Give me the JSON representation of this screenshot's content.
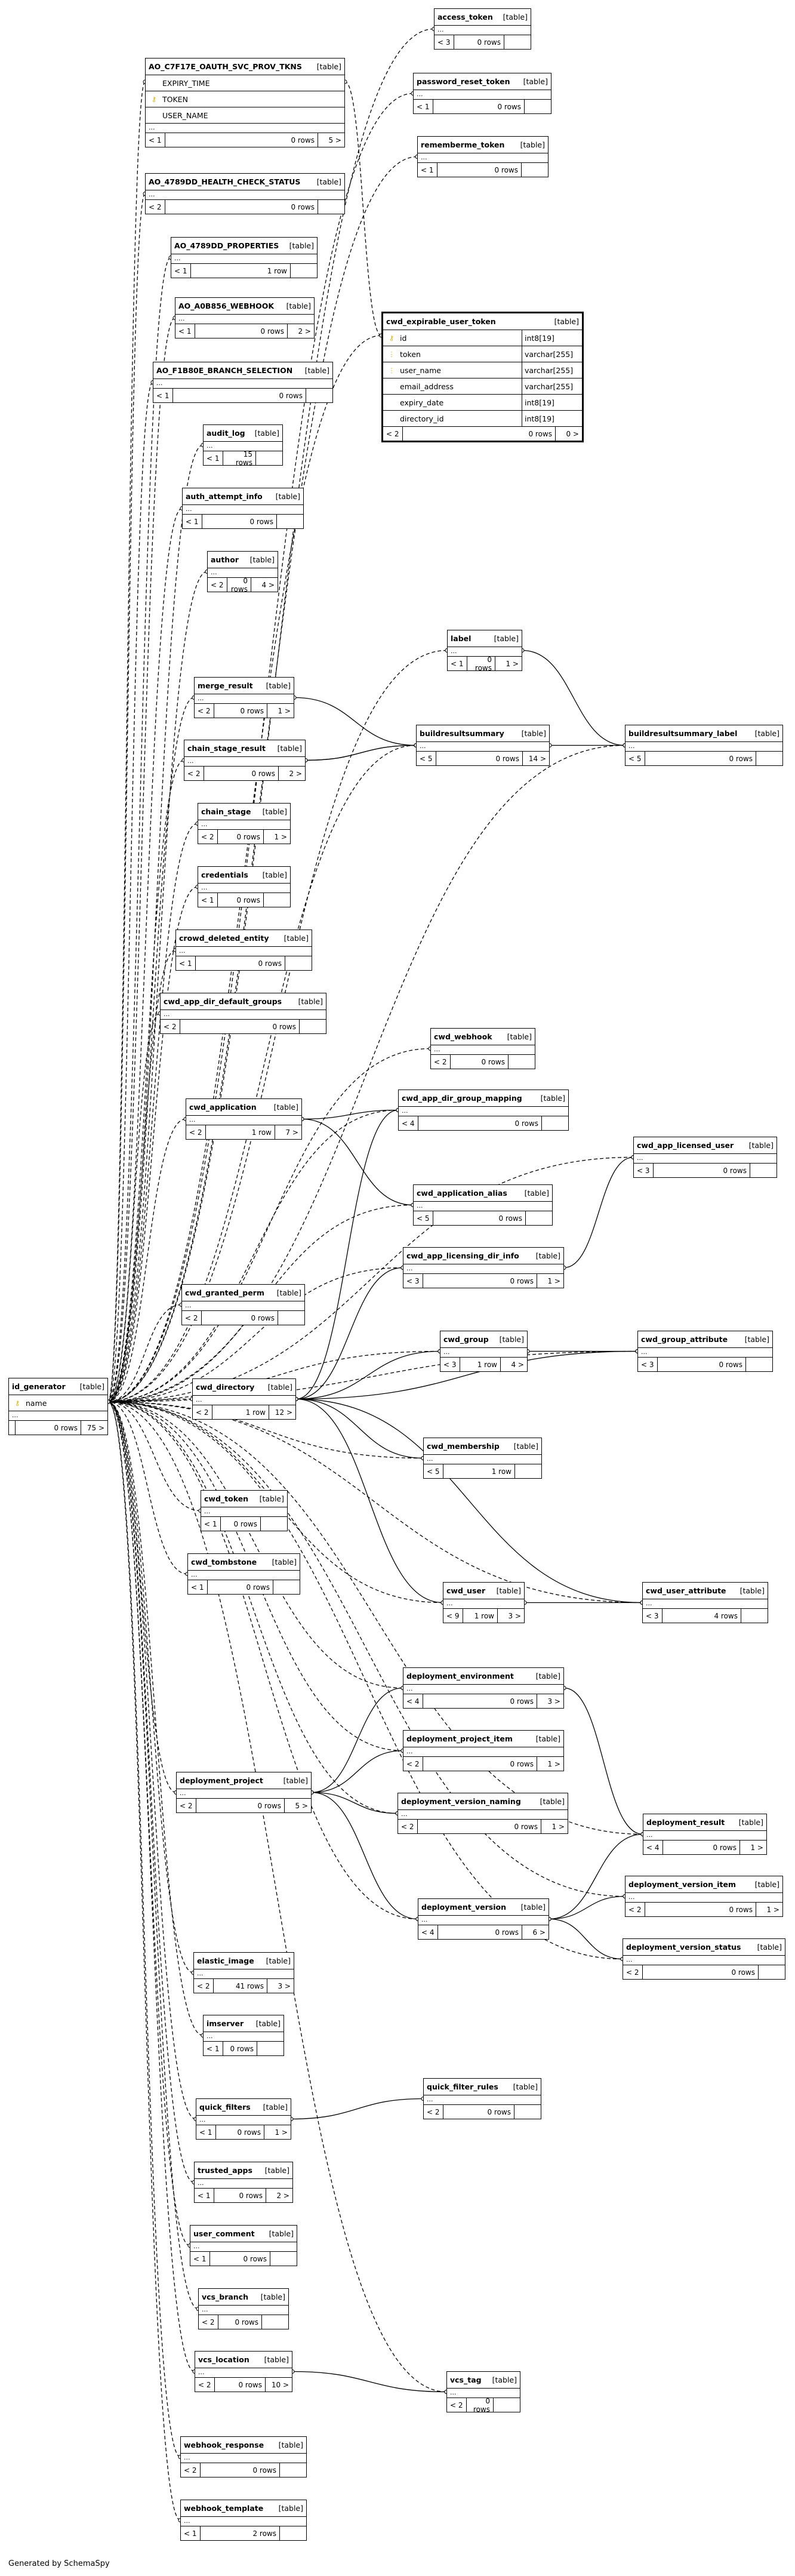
{
  "footer": "Generated by SchemaSpy",
  "tables": [
    {
      "id": "access_token",
      "name": "access_token",
      "tag": "[table]",
      "footer": [
        "< 3",
        "0 rows",
        ""
      ],
      "ellipsis": true
    },
    {
      "id": "oauth",
      "name": "AO_C7F17E_OAUTH_SVC_PROV_TKNS",
      "tag": "[table]",
      "columns": [
        {
          "name": "EXPIRY_TIME",
          "key": ""
        },
        {
          "name": "TOKEN",
          "key": "⚷"
        },
        {
          "name": "USER_NAME",
          "key": ""
        }
      ],
      "ellipsis": true,
      "footer": [
        "< 1",
        "0 rows",
        "5 >"
      ]
    },
    {
      "id": "password_reset_token",
      "name": "password_reset_token",
      "tag": "[table]",
      "ellipsis": true,
      "footer": [
        "< 1",
        "0 rows",
        ""
      ]
    },
    {
      "id": "rememberme_token",
      "name": "rememberme_token",
      "tag": "[table]",
      "ellipsis": true,
      "footer": [
        "< 1",
        "0 rows",
        ""
      ]
    },
    {
      "id": "health",
      "name": "AO_4789DD_HEALTH_CHECK_STATUS",
      "tag": "[table]",
      "ellipsis": true,
      "footer": [
        "< 2",
        "0 rows",
        ""
      ]
    },
    {
      "id": "props",
      "name": "AO_4789DD_PROPERTIES",
      "tag": "[table]",
      "ellipsis": true,
      "footer": [
        "< 1",
        "1 row",
        ""
      ]
    },
    {
      "id": "cwd_expirable_user_token",
      "name": "cwd_expirable_user_token",
      "tag": "[table]",
      "focus": true,
      "columns": [
        {
          "name": "id",
          "key": "⚷",
          "type": "int8[19]"
        },
        {
          "name": "token",
          "key": "⋮",
          "type": "varchar[255]"
        },
        {
          "name": "user_name",
          "key": "⋮",
          "type": "varchar[255]"
        },
        {
          "name": "email_address",
          "key": "",
          "type": "varchar[255]"
        },
        {
          "name": "expiry_date",
          "key": "",
          "type": "int8[19]"
        },
        {
          "name": "directory_id",
          "key": "",
          "type": "int8[19]"
        }
      ],
      "footer": [
        "< 2",
        "0 rows",
        "0 >"
      ]
    },
    {
      "id": "webhook",
      "name": "AO_A0B856_WEBHOOK",
      "tag": "[table]",
      "ellipsis": true,
      "footer": [
        "< 1",
        "0 rows",
        "2 >"
      ]
    },
    {
      "id": "branch",
      "name": "AO_F1B80E_BRANCH_SELECTION",
      "tag": "[table]",
      "ellipsis": true,
      "footer": [
        "< 1",
        "0 rows",
        ""
      ]
    },
    {
      "id": "audit_log",
      "name": "audit_log",
      "tag": "[table]",
      "ellipsis": true,
      "footer": [
        "< 1",
        "15 rows",
        ""
      ]
    },
    {
      "id": "auth_attempt_info",
      "name": "auth_attempt_info",
      "tag": "[table]",
      "ellipsis": true,
      "footer": [
        "< 1",
        "0 rows",
        ""
      ]
    },
    {
      "id": "author",
      "name": "author",
      "tag": "[table]",
      "ellipsis": true,
      "footer": [
        "< 2",
        "0 rows",
        "4 >"
      ]
    },
    {
      "id": "label",
      "name": "label",
      "tag": "[table]",
      "ellipsis": true,
      "footer": [
        "< 1",
        "0 rows",
        "1 >"
      ]
    },
    {
      "id": "merge_result",
      "name": "merge_result",
      "tag": "[table]",
      "ellipsis": true,
      "footer": [
        "< 2",
        "0 rows",
        "1 >"
      ]
    },
    {
      "id": "buildresultsummary",
      "name": "buildresultsummary",
      "tag": "[table]",
      "ellipsis": true,
      "footer": [
        "< 5",
        "0 rows",
        "14 >"
      ]
    },
    {
      "id": "buildresultsummary_label",
      "name": "buildresultsummary_label",
      "tag": "[table]",
      "ellipsis": true,
      "footer": [
        "< 5",
        "0 rows",
        ""
      ]
    },
    {
      "id": "chain_stage_result",
      "name": "chain_stage_result",
      "tag": "[table]",
      "ellipsis": true,
      "footer": [
        "< 2",
        "0 rows",
        "2 >"
      ]
    },
    {
      "id": "chain_stage",
      "name": "chain_stage",
      "tag": "[table]",
      "ellipsis": true,
      "footer": [
        "< 2",
        "0 rows",
        "1 >"
      ]
    },
    {
      "id": "credentials",
      "name": "credentials",
      "tag": "[table]",
      "ellipsis": true,
      "footer": [
        "< 1",
        "0 rows",
        ""
      ]
    },
    {
      "id": "crowd_deleted_entity",
      "name": "crowd_deleted_entity",
      "tag": "[table]",
      "ellipsis": true,
      "footer": [
        "< 1",
        "0 rows",
        ""
      ]
    },
    {
      "id": "cwd_app_dir_default_groups",
      "name": "cwd_app_dir_default_groups",
      "tag": "[table]",
      "ellipsis": true,
      "footer": [
        "< 2",
        "0 rows",
        ""
      ]
    },
    {
      "id": "cwd_webhook",
      "name": "cwd_webhook",
      "tag": "[table]",
      "ellipsis": true,
      "footer": [
        "< 2",
        "0 rows",
        ""
      ]
    },
    {
      "id": "cwd_application",
      "name": "cwd_application",
      "tag": "[table]",
      "ellipsis": true,
      "footer": [
        "< 2",
        "1 row",
        "7 >"
      ]
    },
    {
      "id": "cwd_app_dir_group_mapping",
      "name": "cwd_app_dir_group_mapping",
      "tag": "[table]",
      "ellipsis": true,
      "footer": [
        "< 4",
        "0 rows",
        ""
      ]
    },
    {
      "id": "cwd_app_licensed_user",
      "name": "cwd_app_licensed_user",
      "tag": "[table]",
      "ellipsis": true,
      "footer": [
        "< 3",
        "0 rows",
        ""
      ]
    },
    {
      "id": "cwd_application_alias",
      "name": "cwd_application_alias",
      "tag": "[table]",
      "ellipsis": true,
      "footer": [
        "< 5",
        "0 rows",
        ""
      ]
    },
    {
      "id": "cwd_app_licensing_dir_info",
      "name": "cwd_app_licensing_dir_info",
      "tag": "[table]",
      "ellipsis": true,
      "footer": [
        "< 3",
        "0 rows",
        "1 >"
      ]
    },
    {
      "id": "cwd_granted_perm",
      "name": "cwd_granted_perm",
      "tag": "[table]",
      "ellipsis": true,
      "footer": [
        "< 2",
        "0 rows",
        ""
      ]
    },
    {
      "id": "cwd_group",
      "name": "cwd_group",
      "tag": "[table]",
      "ellipsis": true,
      "footer": [
        "< 3",
        "1 row",
        "4 >"
      ]
    },
    {
      "id": "cwd_group_attribute",
      "name": "cwd_group_attribute",
      "tag": "[table]",
      "ellipsis": true,
      "footer": [
        "< 3",
        "0 rows",
        ""
      ]
    },
    {
      "id": "cwd_directory",
      "name": "cwd_directory",
      "tag": "[table]",
      "ellipsis": true,
      "footer": [
        "< 2",
        "1 row",
        "12 >"
      ]
    },
    {
      "id": "id_generator",
      "name": "id_generator",
      "tag": "[table]",
      "columns": [
        {
          "name": "name",
          "key": "⚷"
        }
      ],
      "ellipsis": true,
      "footer": [
        "",
        "0 rows",
        "75 >"
      ]
    },
    {
      "id": "cwd_membership",
      "name": "cwd_membership",
      "tag": "[table]",
      "ellipsis": true,
      "footer": [
        "< 5",
        "1 row",
        ""
      ]
    },
    {
      "id": "cwd_token",
      "name": "cwd_token",
      "tag": "[table]",
      "ellipsis": true,
      "footer": [
        "< 1",
        "0 rows",
        ""
      ]
    },
    {
      "id": "cwd_tombstone",
      "name": "cwd_tombstone",
      "tag": "[table]",
      "ellipsis": true,
      "footer": [
        "< 1",
        "0 rows",
        ""
      ]
    },
    {
      "id": "cwd_user",
      "name": "cwd_user",
      "tag": "[table]",
      "ellipsis": true,
      "footer": [
        "< 9",
        "1 row",
        "3 >"
      ]
    },
    {
      "id": "cwd_user_attribute",
      "name": "cwd_user_attribute",
      "tag": "[table]",
      "ellipsis": true,
      "footer": [
        "< 3",
        "4 rows",
        ""
      ]
    },
    {
      "id": "deployment_environment",
      "name": "deployment_environment",
      "tag": "[table]",
      "ellipsis": true,
      "footer": [
        "< 4",
        "0 rows",
        "3 >"
      ]
    },
    {
      "id": "deployment_project_item",
      "name": "deployment_project_item",
      "tag": "[table]",
      "ellipsis": true,
      "footer": [
        "< 2",
        "0 rows",
        "1 >"
      ]
    },
    {
      "id": "deployment_project",
      "name": "deployment_project",
      "tag": "[table]",
      "ellipsis": true,
      "footer": [
        "< 2",
        "0 rows",
        "5 >"
      ]
    },
    {
      "id": "deployment_version_naming",
      "name": "deployment_version_naming",
      "tag": "[table]",
      "ellipsis": true,
      "footer": [
        "< 2",
        "0 rows",
        "1 >"
      ]
    },
    {
      "id": "deployment_result",
      "name": "deployment_result",
      "tag": "[table]",
      "ellipsis": true,
      "footer": [
        "< 4",
        "0 rows",
        "1 >"
      ]
    },
    {
      "id": "deployment_version",
      "name": "deployment_version",
      "tag": "[table]",
      "ellipsis": true,
      "footer": [
        "< 4",
        "0 rows",
        "6 >"
      ]
    },
    {
      "id": "deployment_version_item",
      "name": "deployment_version_item",
      "tag": "[table]",
      "ellipsis": true,
      "footer": [
        "< 2",
        "0 rows",
        "1 >"
      ]
    },
    {
      "id": "deployment_version_status",
      "name": "deployment_version_status",
      "tag": "[table]",
      "ellipsis": true,
      "footer": [
        "< 2",
        "0 rows",
        ""
      ]
    },
    {
      "id": "elastic_image",
      "name": "elastic_image",
      "tag": "[table]",
      "ellipsis": true,
      "footer": [
        "< 2",
        "41 rows",
        "3 >"
      ]
    },
    {
      "id": "imserver",
      "name": "imserver",
      "tag": "[table]",
      "ellipsis": true,
      "footer": [
        "< 1",
        "0 rows",
        ""
      ]
    },
    {
      "id": "quick_filters",
      "name": "quick_filters",
      "tag": "[table]",
      "ellipsis": true,
      "footer": [
        "< 1",
        "0 rows",
        "1 >"
      ]
    },
    {
      "id": "quick_filter_rules",
      "name": "quick_filter_rules",
      "tag": "[table]",
      "ellipsis": true,
      "footer": [
        "< 2",
        "0 rows",
        ""
      ]
    },
    {
      "id": "trusted_apps",
      "name": "trusted_apps",
      "tag": "[table]",
      "ellipsis": true,
      "footer": [
        "< 1",
        "0 rows",
        "2 >"
      ]
    },
    {
      "id": "user_comment",
      "name": "user_comment",
      "tag": "[table]",
      "ellipsis": true,
      "footer": [
        "< 1",
        "0 rows",
        ""
      ]
    },
    {
      "id": "vcs_branch",
      "name": "vcs_branch",
      "tag": "[table]",
      "ellipsis": true,
      "footer": [
        "< 2",
        "0 rows",
        ""
      ]
    },
    {
      "id": "vcs_location",
      "name": "vcs_location",
      "tag": "[table]",
      "ellipsis": true,
      "footer": [
        "< 2",
        "0 rows",
        "10 >"
      ]
    },
    {
      "id": "vcs_tag",
      "name": "vcs_tag",
      "tag": "[table]",
      "ellipsis": true,
      "footer": [
        "< 2",
        "0 rows",
        ""
      ]
    },
    {
      "id": "webhook_response",
      "name": "webhook_response",
      "tag": "[table]",
      "ellipsis": true,
      "footer": [
        "< 2",
        "0 rows",
        ""
      ]
    },
    {
      "id": "webhook_template",
      "name": "webhook_template",
      "tag": "[table]",
      "ellipsis": true,
      "footer": [
        "< 1",
        "2 rows",
        ""
      ]
    }
  ],
  "relations": [
    [
      "buildresultsummary",
      "merge_result",
      "solid"
    ],
    [
      "buildresultsummary",
      "chain_stage_result",
      "solid"
    ],
    [
      "buildresultsummary_label",
      "buildresultsummary",
      "solid"
    ],
    [
      "buildresultsummary_label",
      "label",
      "solid"
    ],
    [
      "chain_stage_result",
      "buildresultsummary",
      "solid"
    ],
    [
      "cwd_app_dir_group_mapping",
      "cwd_application",
      "solid"
    ],
    [
      "cwd_app_dir_group_mapping",
      "cwd_directory",
      "solid"
    ],
    [
      "cwd_application_alias",
      "cwd_application",
      "solid"
    ],
    [
      "cwd_app_licensing_dir_info",
      "cwd_directory",
      "solid"
    ],
    [
      "cwd_app_licensed_user",
      "cwd_app_licensing_dir_info",
      "solid"
    ],
    [
      "cwd_group",
      "cwd_directory",
      "solid"
    ],
    [
      "cwd_group_attribute",
      "cwd_group",
      "solid"
    ],
    [
      "cwd_group_attribute",
      "cwd_directory",
      "solid"
    ],
    [
      "cwd_membership",
      "cwd_directory",
      "solid"
    ],
    [
      "cwd_user",
      "cwd_directory",
      "solid"
    ],
    [
      "cwd_user_attribute",
      "cwd_user",
      "solid"
    ],
    [
      "cwd_user_attribute",
      "cwd_directory",
      "solid"
    ],
    [
      "deployment_environment",
      "deployment_project",
      "solid"
    ],
    [
      "deployment_project_item",
      "deployment_project",
      "solid"
    ],
    [
      "deployment_version_naming",
      "deployment_project",
      "solid"
    ],
    [
      "deployment_version",
      "deployment_project",
      "solid"
    ],
    [
      "deployment_result",
      "deployment_environment",
      "solid"
    ],
    [
      "deployment_result",
      "deployment_version",
      "solid"
    ],
    [
      "deployment_version_item",
      "deployment_version",
      "solid"
    ],
    [
      "deployment_version_status",
      "deployment_version",
      "solid"
    ],
    [
      "quick_filter_rules",
      "quick_filters",
      "solid"
    ],
    [
      "vcs_tag",
      "vcs_location",
      "solid"
    ],
    [
      "access_token",
      "id_generator",
      "dashed"
    ],
    [
      "oauth",
      "id_generator",
      "dashed"
    ],
    [
      "password_reset_token",
      "id_generator",
      "dashed"
    ],
    [
      "rememberme_token",
      "id_generator",
      "dashed"
    ],
    [
      "health",
      "id_generator",
      "dashed"
    ],
    [
      "props",
      "id_generator",
      "dashed"
    ],
    [
      "cwd_expirable_user_token",
      "id_generator",
      "dashed"
    ],
    [
      "cwd_expirable_user_token",
      "oauth",
      "dashed"
    ],
    [
      "webhook",
      "id_generator",
      "dashed"
    ],
    [
      "branch",
      "id_generator",
      "dashed"
    ],
    [
      "audit_log",
      "id_generator",
      "dashed"
    ],
    [
      "auth_attempt_info",
      "id_generator",
      "dashed"
    ],
    [
      "author",
      "id_generator",
      "dashed"
    ],
    [
      "label",
      "id_generator",
      "dashed"
    ],
    [
      "merge_result",
      "id_generator",
      "dashed"
    ],
    [
      "chain_stage_result",
      "id_generator",
      "dashed"
    ],
    [
      "chain_stage",
      "id_generator",
      "dashed"
    ],
    [
      "credentials",
      "id_generator",
      "dashed"
    ],
    [
      "crowd_deleted_entity",
      "id_generator",
      "dashed"
    ],
    [
      "cwd_app_dir_default_groups",
      "id_generator",
      "dashed"
    ],
    [
      "cwd_webhook",
      "id_generator",
      "dashed"
    ],
    [
      "cwd_application",
      "id_generator",
      "dashed"
    ],
    [
      "cwd_app_dir_group_mapping",
      "id_generator",
      "dashed"
    ],
    [
      "cwd_app_licensed_user",
      "id_generator",
      "dashed"
    ],
    [
      "cwd_application_alias",
      "id_generator",
      "dashed"
    ],
    [
      "cwd_app_licensing_dir_info",
      "id_generator",
      "dashed"
    ],
    [
      "cwd_granted_perm",
      "id_generator",
      "dashed"
    ],
    [
      "cwd_group",
      "id_generator",
      "dashed"
    ],
    [
      "cwd_group_attribute",
      "id_generator",
      "dashed"
    ],
    [
      "cwd_directory",
      "id_generator",
      "dashed"
    ],
    [
      "cwd_membership",
      "id_generator",
      "dashed"
    ],
    [
      "cwd_token",
      "id_generator",
      "dashed"
    ],
    [
      "cwd_tombstone",
      "id_generator",
      "dashed"
    ],
    [
      "cwd_user",
      "id_generator",
      "dashed"
    ],
    [
      "cwd_user_attribute",
      "id_generator",
      "dashed"
    ],
    [
      "deployment_environment",
      "id_generator",
      "dashed"
    ],
    [
      "deployment_project_item",
      "id_generator",
      "dashed"
    ],
    [
      "deployment_project",
      "id_generator",
      "dashed"
    ],
    [
      "deployment_version_naming",
      "id_generator",
      "dashed"
    ],
    [
      "deployment_result",
      "id_generator",
      "dashed"
    ],
    [
      "deployment_version",
      "id_generator",
      "dashed"
    ],
    [
      "deployment_version_item",
      "id_generator",
      "dashed"
    ],
    [
      "deployment_version_status",
      "id_generator",
      "dashed"
    ],
    [
      "elastic_image",
      "id_generator",
      "dashed"
    ],
    [
      "imserver",
      "id_generator",
      "dashed"
    ],
    [
      "quick_filters",
      "id_generator",
      "dashed"
    ],
    [
      "trusted_apps",
      "id_generator",
      "dashed"
    ],
    [
      "user_comment",
      "id_generator",
      "dashed"
    ],
    [
      "vcs_branch",
      "id_generator",
      "dashed"
    ],
    [
      "vcs_location",
      "id_generator",
      "dashed"
    ],
    [
      "vcs_tag",
      "id_generator",
      "dashed"
    ],
    [
      "webhook_response",
      "id_generator",
      "dashed"
    ],
    [
      "webhook_template",
      "id_generator",
      "dashed"
    ],
    [
      "buildresultsummary",
      "id_generator",
      "dashed"
    ],
    [
      "buildresultsummary_label",
      "id_generator",
      "dashed"
    ]
  ]
}
